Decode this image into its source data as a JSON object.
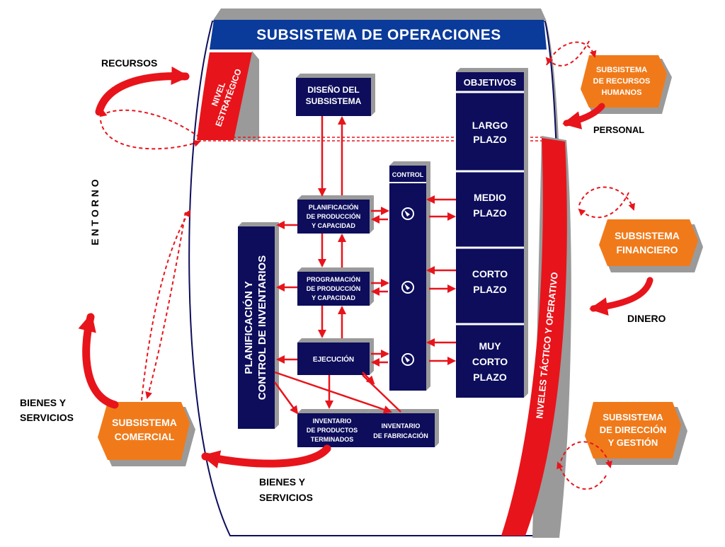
{
  "title": "SUBSISTEMA DE OPERACIONES",
  "strategic": [
    "NIVEL",
    "ESTRATÉGICO"
  ],
  "tactical": "NIVELES TÁCTICO Y OPERATIVO",
  "environment": "E N T O R N O",
  "recursos": "RECURSOS",
  "personal": "PERSONAL",
  "dinero": "DINERO",
  "bienes_left": [
    "BIENES Y",
    "SERVICIOS"
  ],
  "bienes_bottom": [
    "BIENES Y",
    "SERVICIOS"
  ],
  "blocks": {
    "diseno": [
      "DISEÑO DEL",
      "SUBSISTEMA"
    ],
    "planificacion": [
      "PLANIFICACIÓN",
      "DE PRODUCCIÓN",
      "Y CAPACIDAD"
    ],
    "programacion": [
      "PROGRAMACIÓN",
      "DE PRODUCCIÓN",
      "Y CAPACIDAD"
    ],
    "ejecucion": "EJECUCIÓN",
    "inv_terminados": [
      "INVENTARIO",
      "DE PRODUCTOS",
      "TERMINADOS"
    ],
    "inv_fabricacion": [
      "INVENTARIO",
      "DE FABRICACIÓN"
    ],
    "control": "CONTROL",
    "inventarios_vertical": [
      "PLANIFICACIÓN Y",
      "CONTROL DE INVENTARIOS"
    ]
  },
  "objectives": {
    "header": "OBJETIVOS",
    "largo": [
      "LARGO",
      "PLAZO"
    ],
    "medio": [
      "MEDIO",
      "PLAZO"
    ],
    "corto": [
      "CORTO",
      "PLAZO"
    ],
    "muy_corto": [
      "MUY",
      "CORTO",
      "PLAZO"
    ]
  },
  "external": {
    "rrhh": [
      "SUBSISTEMA",
      "DE RECURSOS",
      "HUMANOS"
    ],
    "financiero": [
      "SUBSISTEMA",
      "FINANCIERO"
    ],
    "direccion": [
      "SUBSISTEMA",
      "DE DIRECCIÓN",
      "Y GESTIÓN"
    ],
    "comercial": [
      "SUBSISTEMA",
      "COMERCIAL"
    ]
  },
  "colors": {
    "navy": "#0d0d5c",
    "red": "#e8141b",
    "orange": "#f07a1a",
    "gray": "#9a9a9a",
    "title_blue": "#0a3a9a"
  }
}
